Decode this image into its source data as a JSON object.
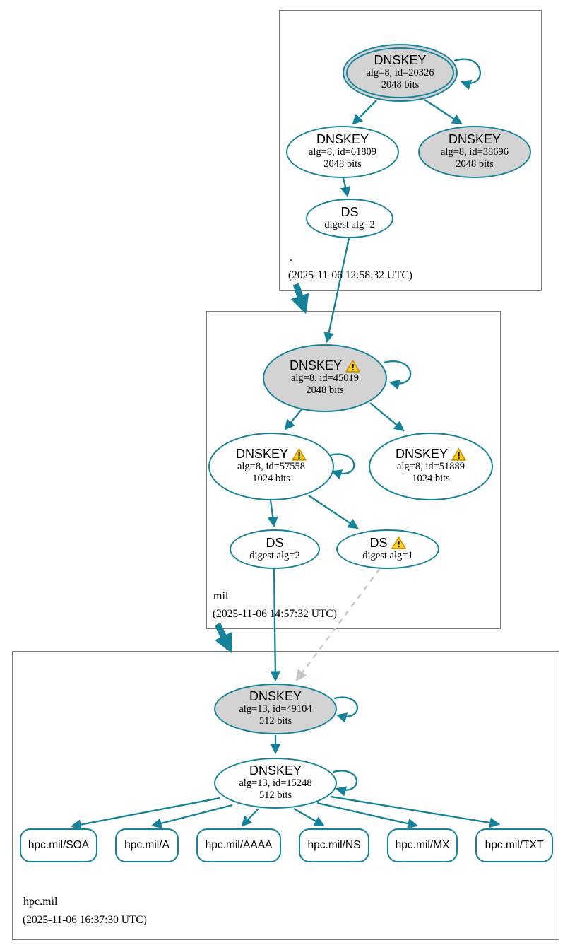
{
  "diagram_type": "dnssec-authentication-chain",
  "colors": {
    "accent_teal": "#16829a",
    "node_gray_fill": "#d3d3d3",
    "dashed_edge_gray": "#c6c6c6",
    "zone_box_border": "#7a7a7a",
    "warning_yellow": "#fcd11e",
    "warning_border": "#ce8f00"
  },
  "zones": {
    "root": {
      "label": ".",
      "timestamp": "(2025-11-06 12:58:32 UTC)"
    },
    "mil": {
      "label": "mil",
      "timestamp": "(2025-11-06 14:57:32 UTC)"
    },
    "hpc": {
      "label": "hpc.mil",
      "timestamp": "(2025-11-06 16:37:30 UTC)"
    }
  },
  "nodes": {
    "ksk_root": {
      "title": "DNSKEY",
      "detail1": "alg=8, id=20326",
      "detail2": "2048 bits",
      "warning": false,
      "style": "gray-double-ellipse"
    },
    "zsk_root": {
      "title": "DNSKEY",
      "detail1": "alg=8, id=61809",
      "detail2": "2048 bits",
      "warning": false,
      "style": "white-ellipse"
    },
    "ksk2_root": {
      "title": "DNSKEY",
      "detail1": "alg=8, id=38696",
      "detail2": "2048 bits",
      "warning": false,
      "style": "gray-ellipse"
    },
    "ds_root": {
      "title": "DS",
      "detail1": "digest alg=2",
      "warning": false,
      "style": "white-ellipse"
    },
    "ksk_mil": {
      "title": "DNSKEY",
      "detail1": "alg=8, id=45019",
      "detail2": "2048 bits",
      "warning": true,
      "style": "gray-ellipse"
    },
    "zsk_mil": {
      "title": "DNSKEY",
      "detail1": "alg=8, id=57558",
      "detail2": "1024 bits",
      "warning": true,
      "style": "white-ellipse"
    },
    "zsk2_mil": {
      "title": "DNSKEY",
      "detail1": "alg=8, id=51889",
      "detail2": "1024 bits",
      "warning": true,
      "style": "white-ellipse"
    },
    "ds_mil_alg2": {
      "title": "DS",
      "detail1": "digest alg=2",
      "warning": false,
      "style": "white-ellipse"
    },
    "ds_mil_alg1": {
      "title": "DS",
      "detail1": "digest alg=1",
      "warning": true,
      "style": "white-ellipse"
    },
    "ksk_hpc": {
      "title": "DNSKEY",
      "detail1": "alg=13, id=49104",
      "detail2": "512 bits",
      "warning": false,
      "style": "gray-ellipse"
    },
    "zsk_hpc": {
      "title": "DNSKEY",
      "detail1": "alg=13, id=15248",
      "detail2": "512 bits",
      "warning": false,
      "style": "white-ellipse"
    },
    "rr_soa": {
      "label": "hpc.mil/SOA"
    },
    "rr_a": {
      "label": "hpc.mil/A"
    },
    "rr_aaaa": {
      "label": "hpc.mil/AAAA"
    },
    "rr_ns": {
      "label": "hpc.mil/NS"
    },
    "rr_mx": {
      "label": "hpc.mil/MX"
    },
    "rr_txt": {
      "label": "hpc.mil/TXT"
    }
  },
  "edges": [
    {
      "from": "ksk_root",
      "to": "ksk_root",
      "type": "self-sign"
    },
    {
      "from": "ksk_root",
      "to": "zsk_root",
      "type": "signs"
    },
    {
      "from": "ksk_root",
      "to": "ksk2_root",
      "type": "signs"
    },
    {
      "from": "zsk_root",
      "to": "ds_root",
      "type": "signs"
    },
    {
      "from": "ds_root",
      "to": "ksk_mil",
      "type": "secure-delegation"
    },
    {
      "from": "root-zone",
      "to": "mil-zone",
      "type": "delegation-thick-arrow"
    },
    {
      "from": "ksk_mil",
      "to": "ksk_mil",
      "type": "self-sign"
    },
    {
      "from": "ksk_mil",
      "to": "zsk_mil",
      "type": "signs"
    },
    {
      "from": "ksk_mil",
      "to": "zsk2_mil",
      "type": "signs"
    },
    {
      "from": "zsk_mil",
      "to": "zsk_mil",
      "type": "self-sign"
    },
    {
      "from": "zsk_mil",
      "to": "ds_mil_alg2",
      "type": "signs"
    },
    {
      "from": "zsk_mil",
      "to": "ds_mil_alg1",
      "type": "signs"
    },
    {
      "from": "ds_mil_alg2",
      "to": "ksk_hpc",
      "type": "secure-delegation"
    },
    {
      "from": "ds_mil_alg1",
      "to": "ksk_hpc",
      "type": "insecure-delegation-dashed"
    },
    {
      "from": "mil-zone",
      "to": "hpc-zone",
      "type": "delegation-thick-arrow"
    },
    {
      "from": "ksk_hpc",
      "to": "ksk_hpc",
      "type": "self-sign"
    },
    {
      "from": "ksk_hpc",
      "to": "zsk_hpc",
      "type": "signs"
    },
    {
      "from": "zsk_hpc",
      "to": "zsk_hpc",
      "type": "self-sign"
    },
    {
      "from": "zsk_hpc",
      "to": "rr_soa",
      "type": "signs"
    },
    {
      "from": "zsk_hpc",
      "to": "rr_a",
      "type": "signs"
    },
    {
      "from": "zsk_hpc",
      "to": "rr_aaaa",
      "type": "signs"
    },
    {
      "from": "zsk_hpc",
      "to": "rr_ns",
      "type": "signs"
    },
    {
      "from": "zsk_hpc",
      "to": "rr_mx",
      "type": "signs"
    },
    {
      "from": "zsk_hpc",
      "to": "rr_txt",
      "type": "signs"
    }
  ]
}
